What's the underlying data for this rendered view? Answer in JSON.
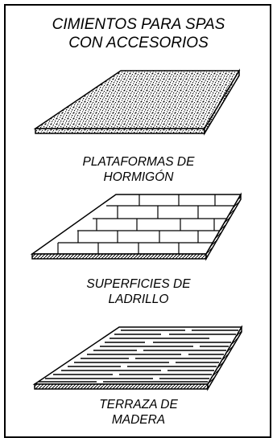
{
  "title": [
    "CIMIENTOS PARA SPAS",
    "CON ACCESORIOS"
  ],
  "items": [
    {
      "caption": [
        "PLATAFORMAS DE",
        "HORMIGÓN"
      ],
      "material": "concrete"
    },
    {
      "caption": [
        "SUPERFICIES DE",
        "LADRILLO"
      ],
      "material": "brick"
    },
    {
      "caption": [
        "TERRAZA DE",
        "MADERA"
      ],
      "material": "wood"
    }
  ]
}
